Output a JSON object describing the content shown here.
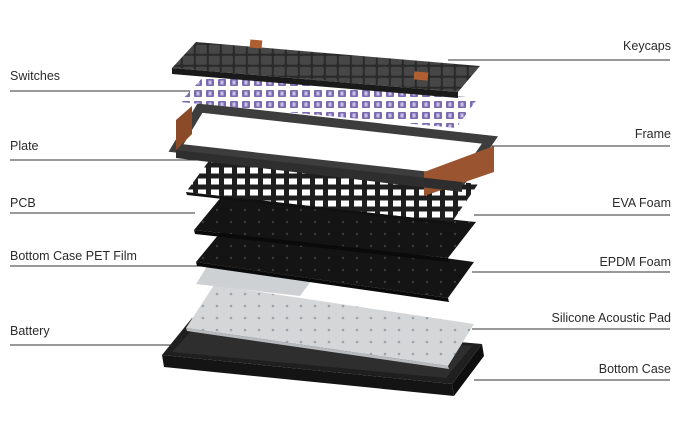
{
  "labels": {
    "left": [
      "Switches",
      "Plate",
      "PCB",
      "Bottom Case PET Film",
      "Battery"
    ],
    "right": [
      "Keycaps",
      "Frame",
      "EVA Foam",
      "EPDM Foam",
      "Silicone Acoustic Pad",
      "Bottom Case"
    ]
  },
  "colors": {
    "text": "#2b2b2b",
    "line": "#333333",
    "keycaps": "#3a3a3a",
    "switch_stem": "#6b5a9e",
    "frame_wood": "#a0522d",
    "frame_metal": "#4a4a4a",
    "plate": "#1e1e1e",
    "foam": "#141414",
    "pet_film": "#c9cdd0",
    "silicone_pad": "#d4d6d8",
    "bottom_case": "#262626"
  }
}
